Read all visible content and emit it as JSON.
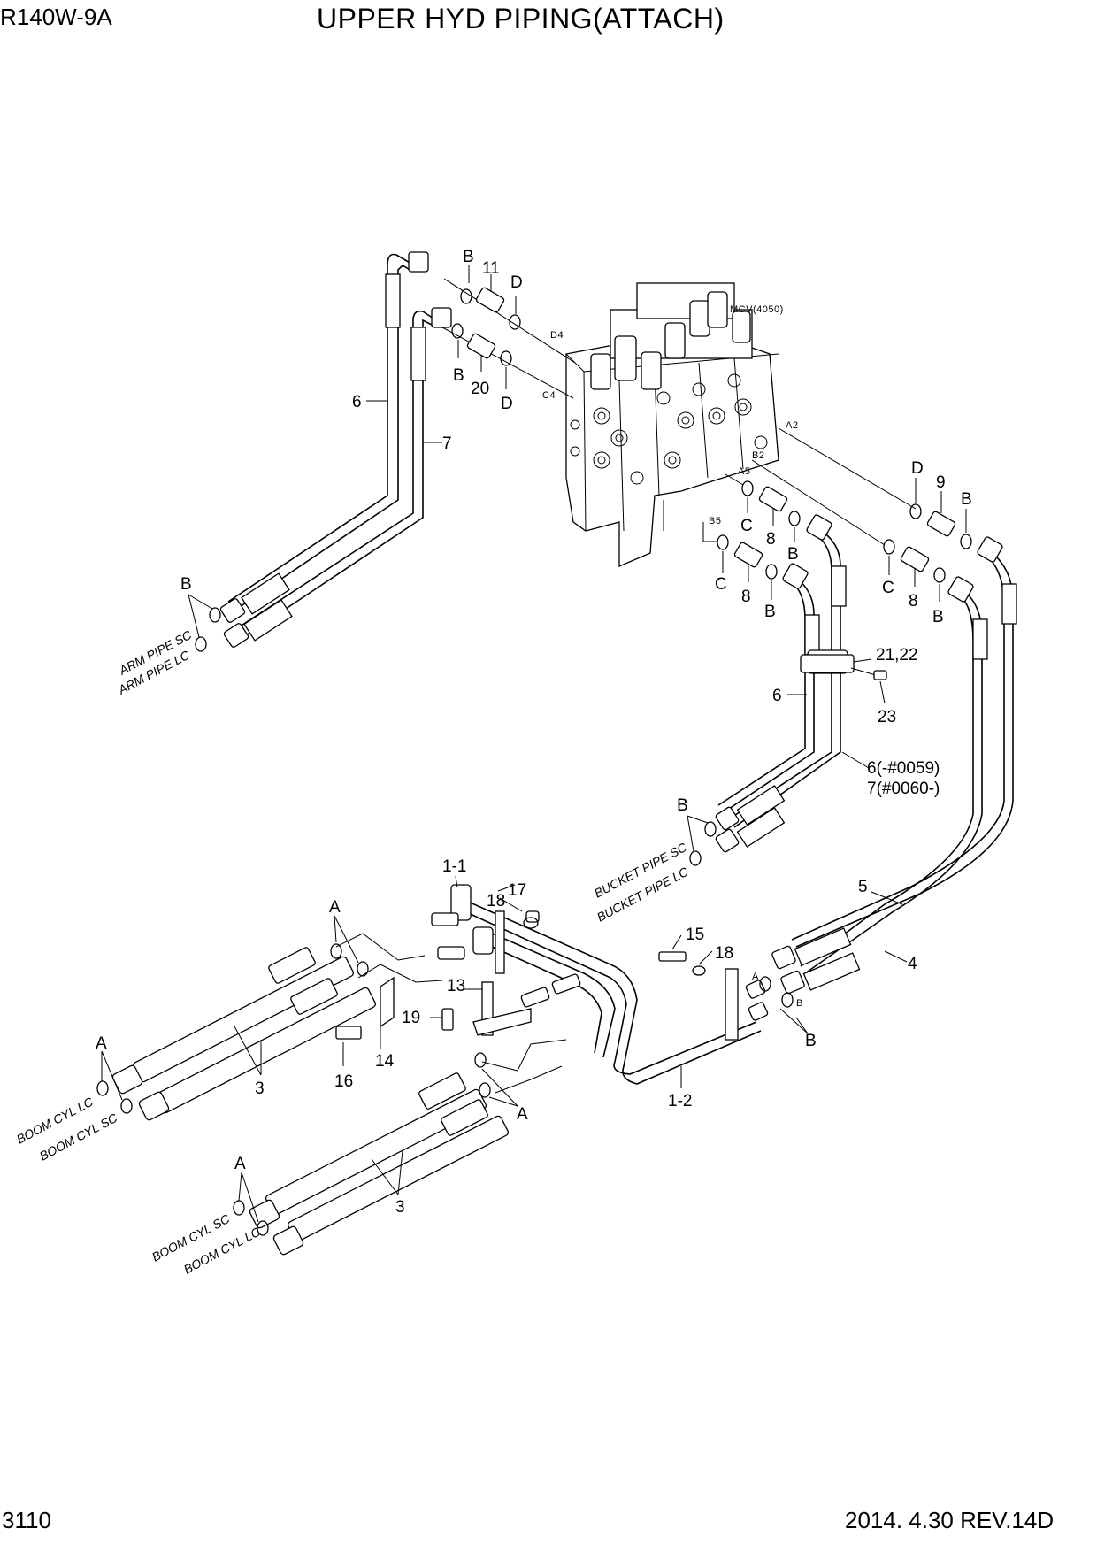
{
  "header": {
    "model": "R140W-9A",
    "title": "UPPER HYD PIPING(ATTACH)"
  },
  "footer": {
    "page_number": "3110",
    "revision": "2014. 4.30  REV.14D"
  },
  "mcv_label": "MCV(4050)",
  "mcv_ports": [
    "D4",
    "C4",
    "A2",
    "B2",
    "A5",
    "B5"
  ],
  "part_numbers": {
    "p11": "11",
    "p20": "20",
    "p9": "9",
    "p8a": "8",
    "p8b": "8",
    "p8c": "8",
    "p6a": "6",
    "p7": "7",
    "p6b": "6",
    "p6_range": "6(-#0059)",
    "p7_range": "7(#0060-)",
    "p21_22": "21,22",
    "p23": "23",
    "p5": "5",
    "p4": "4",
    "p1_1": "1-1",
    "p1_2": "1-2",
    "p17": "17",
    "p18a": "18",
    "p18b": "18",
    "p15": "15",
    "p13": "13",
    "p19": "19",
    "p14": "14",
    "p16": "16",
    "p3a": "3",
    "p3b": "3"
  },
  "oring_letters": {
    "b1": "B",
    "d1": "D",
    "b2": "B",
    "d2": "D",
    "d3": "D",
    "b3": "B",
    "c1": "C",
    "b4": "B",
    "c2": "C",
    "b5": "B",
    "c3": "C",
    "b6": "B",
    "b_arm": "B",
    "b_bucket": "B",
    "a1": "A",
    "a2": "A",
    "a3": "A",
    "a4": "A",
    "b_right": "B",
    "a_small": "A",
    "b_small": "B"
  },
  "pipe_labels": {
    "arm_sc": "ARM PIPE SC",
    "arm_lc": "ARM PIPE LC",
    "bucket_sc": "BUCKET PIPE SC",
    "bucket_lc": "BUCKET PIPE LC",
    "boom1_lc": "BOOM CYL LC",
    "boom1_sc": "BOOM CYL SC",
    "boom2_sc": "BOOM CYL SC",
    "boom2_lc": "BOOM CYL LC"
  }
}
